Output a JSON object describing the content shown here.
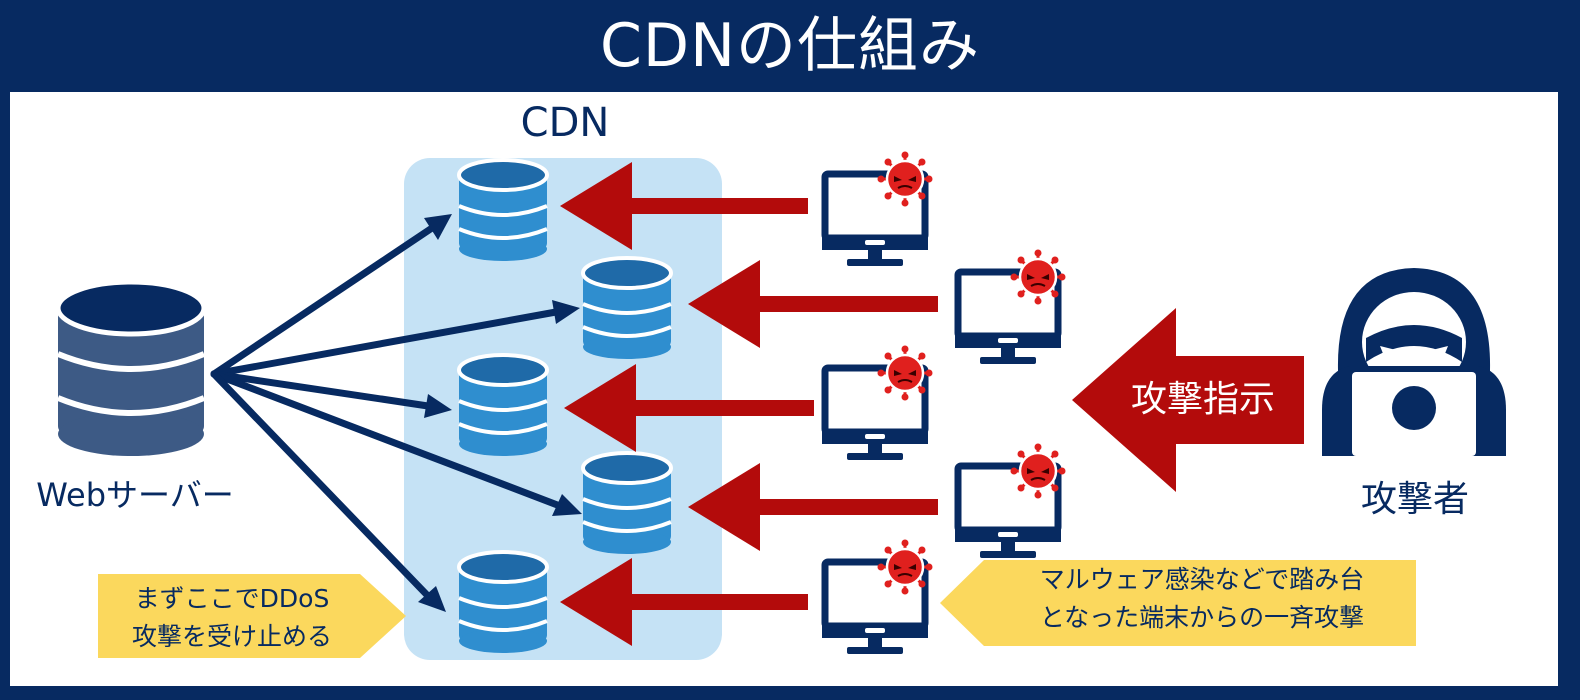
{
  "title": "CDNの仕組み",
  "cdn_label": "CDN",
  "web_server_label": "Webサーバー",
  "attacker_label": "攻撃者",
  "attack_instruction": "攻撃指示",
  "note_left": [
    "まずここでDDoS",
    "攻撃を受け止める"
  ],
  "note_right": [
    "マルウェア感染などで踏み台",
    "となった端末からの一斉攻撃"
  ],
  "colors": {
    "navy": "#072a61",
    "red": "#b30b0b",
    "virus": "#e0201e",
    "cdn_background": "#c5e2f5",
    "cdn_database": "#2f8ecf",
    "web_database": "#3d5a85",
    "note_yellow": "#fbd85d"
  },
  "icons": {
    "web_server": "database-icon",
    "cdn_nodes": "database-icon",
    "infected_terminals": "monitor-with-virus-icon",
    "attacker": "hooded-hacker-icon"
  }
}
